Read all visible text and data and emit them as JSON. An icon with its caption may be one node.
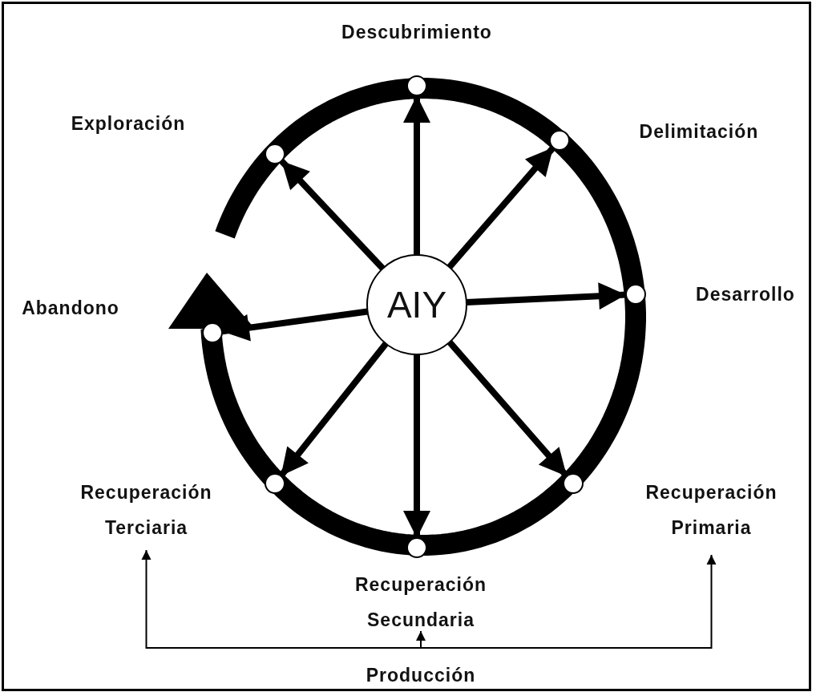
{
  "diagram": {
    "nodes": [
      {
        "text": [],
        "shape": "circle",
        "beside": [
          "Descubrimiento"
        ]
      },
      {
        "text": [],
        "shape": "circle"
      },
      {
        "text": [],
        "shape": "circle",
        "beside": [
          "Delimitación"
        ]
      },
      {
        "text": [
          "AIY"
        ]
      },
      {
        "text": [],
        "shape": "circle"
      },
      {
        "text": [],
        "shape": "circle",
        "beside": [
          "Desarrollo"
        ]
      },
      {
        "text": [],
        "shape": "circle"
      },
      {
        "text": [],
        "shape": "circle"
      },
      {
        "text": [
          "Recuperación Terciaria"
        ]
      },
      {
        "text": [
          "Recuperación Primaria"
        ]
      },
      {
        "text": [],
        "shape": "circle"
      },
      {
        "text": [
          "Recuperación Secundaria"
        ]
      },
      {
        "text": [
          "Producción"
        ]
      }
    ],
    "edges": [
      {
        "from": 3,
        "to": 0,
        "arrow": "to"
      },
      {
        "from": 3,
        "to": 2,
        "arrow": "to"
      },
      {
        "from": 3,
        "to": 5,
        "arrow": "to"
      },
      {
        "from": 3,
        "to": 7,
        "arrow": "to"
      },
      {
        "from": 3,
        "to": 10,
        "arrow": "to"
      },
      {
        "from": 3,
        "to": 6,
        "arrow": "to"
      },
      {
        "from": 3,
        "to": 4,
        "arrow": "to"
      },
      {
        "from": 3,
        "to": 1,
        "arrow": "to"
      },
      {
        "from": 12,
        "to": 8,
        "arrow": "to"
      },
      {
        "from": 12,
        "to": 11,
        "arrow": "to"
      },
      {
        "from": 12,
        "to": 9,
        "arrow": "to"
      }
    ],
    "labels": [
      "Exploración",
      "Abandono"
    ]
  }
}
